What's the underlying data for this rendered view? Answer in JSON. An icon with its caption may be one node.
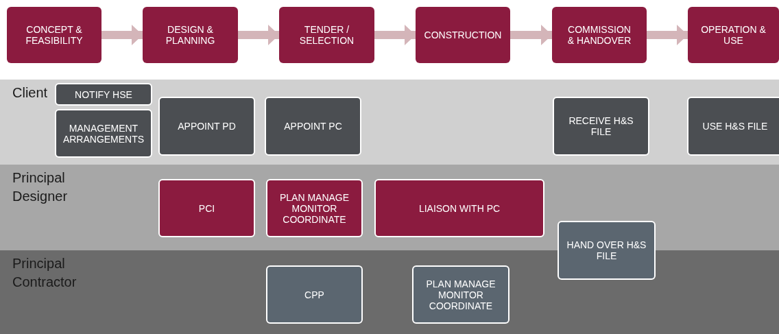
{
  "diagram": {
    "nodes": [
      {
        "text": [
          "CONCEPT & FEASIBILITY"
        ]
      },
      {
        "text": [
          "DESIGN & PLANNING"
        ]
      },
      {
        "text": [
          "TENDER / SELECTION"
        ]
      },
      {
        "text": [
          "CONSTRUCTION"
        ]
      },
      {
        "text": [
          "COMMISSION & HANDOVER"
        ]
      },
      {
        "text": [
          "OPERATION & USE"
        ]
      },
      {
        "text": [
          "Client"
        ]
      },
      {
        "text": [
          "Principal Designer"
        ]
      },
      {
        "text": [
          "Principal Contractor"
        ]
      },
      {
        "text": [
          "NOTIFY HSE"
        ],
        "in": 6
      },
      {
        "text": [
          "MANAGEMENT ARRANGEMENTS"
        ],
        "in": 6
      },
      {
        "text": [
          "APPOINT PD"
        ],
        "in": 6
      },
      {
        "text": [
          "APPOINT PC"
        ],
        "in": 6
      },
      {
        "text": [
          "RECEIVE H&S FILE"
        ],
        "in": 6
      },
      {
        "text": [
          "USE H&S FILE"
        ],
        "in": 6
      },
      {
        "text": [
          "PCI"
        ],
        "in": 7
      },
      {
        "text": [
          "PLAN MANAGE MONITOR COORDINATE"
        ],
        "in": 7
      },
      {
        "text": [
          "LIAISON WITH PC"
        ],
        "in": 7
      },
      {
        "text": [
          "HAND OVER H&S FILE"
        ]
      },
      {
        "text": [
          "CPP"
        ],
        "in": 8
      },
      {
        "text": [
          "PLAN MANAGE MONITOR COORDINATE"
        ],
        "in": 8
      }
    ],
    "edges": [
      {
        "from": 0,
        "to": 1,
        "arrow": "to"
      },
      {
        "from": 1,
        "to": 2,
        "arrow": "to"
      },
      {
        "from": 2,
        "to": 3,
        "arrow": "to"
      },
      {
        "from": 3,
        "to": 4,
        "arrow": "to"
      },
      {
        "from": 4,
        "to": 5,
        "arrow": "to"
      }
    ]
  }
}
